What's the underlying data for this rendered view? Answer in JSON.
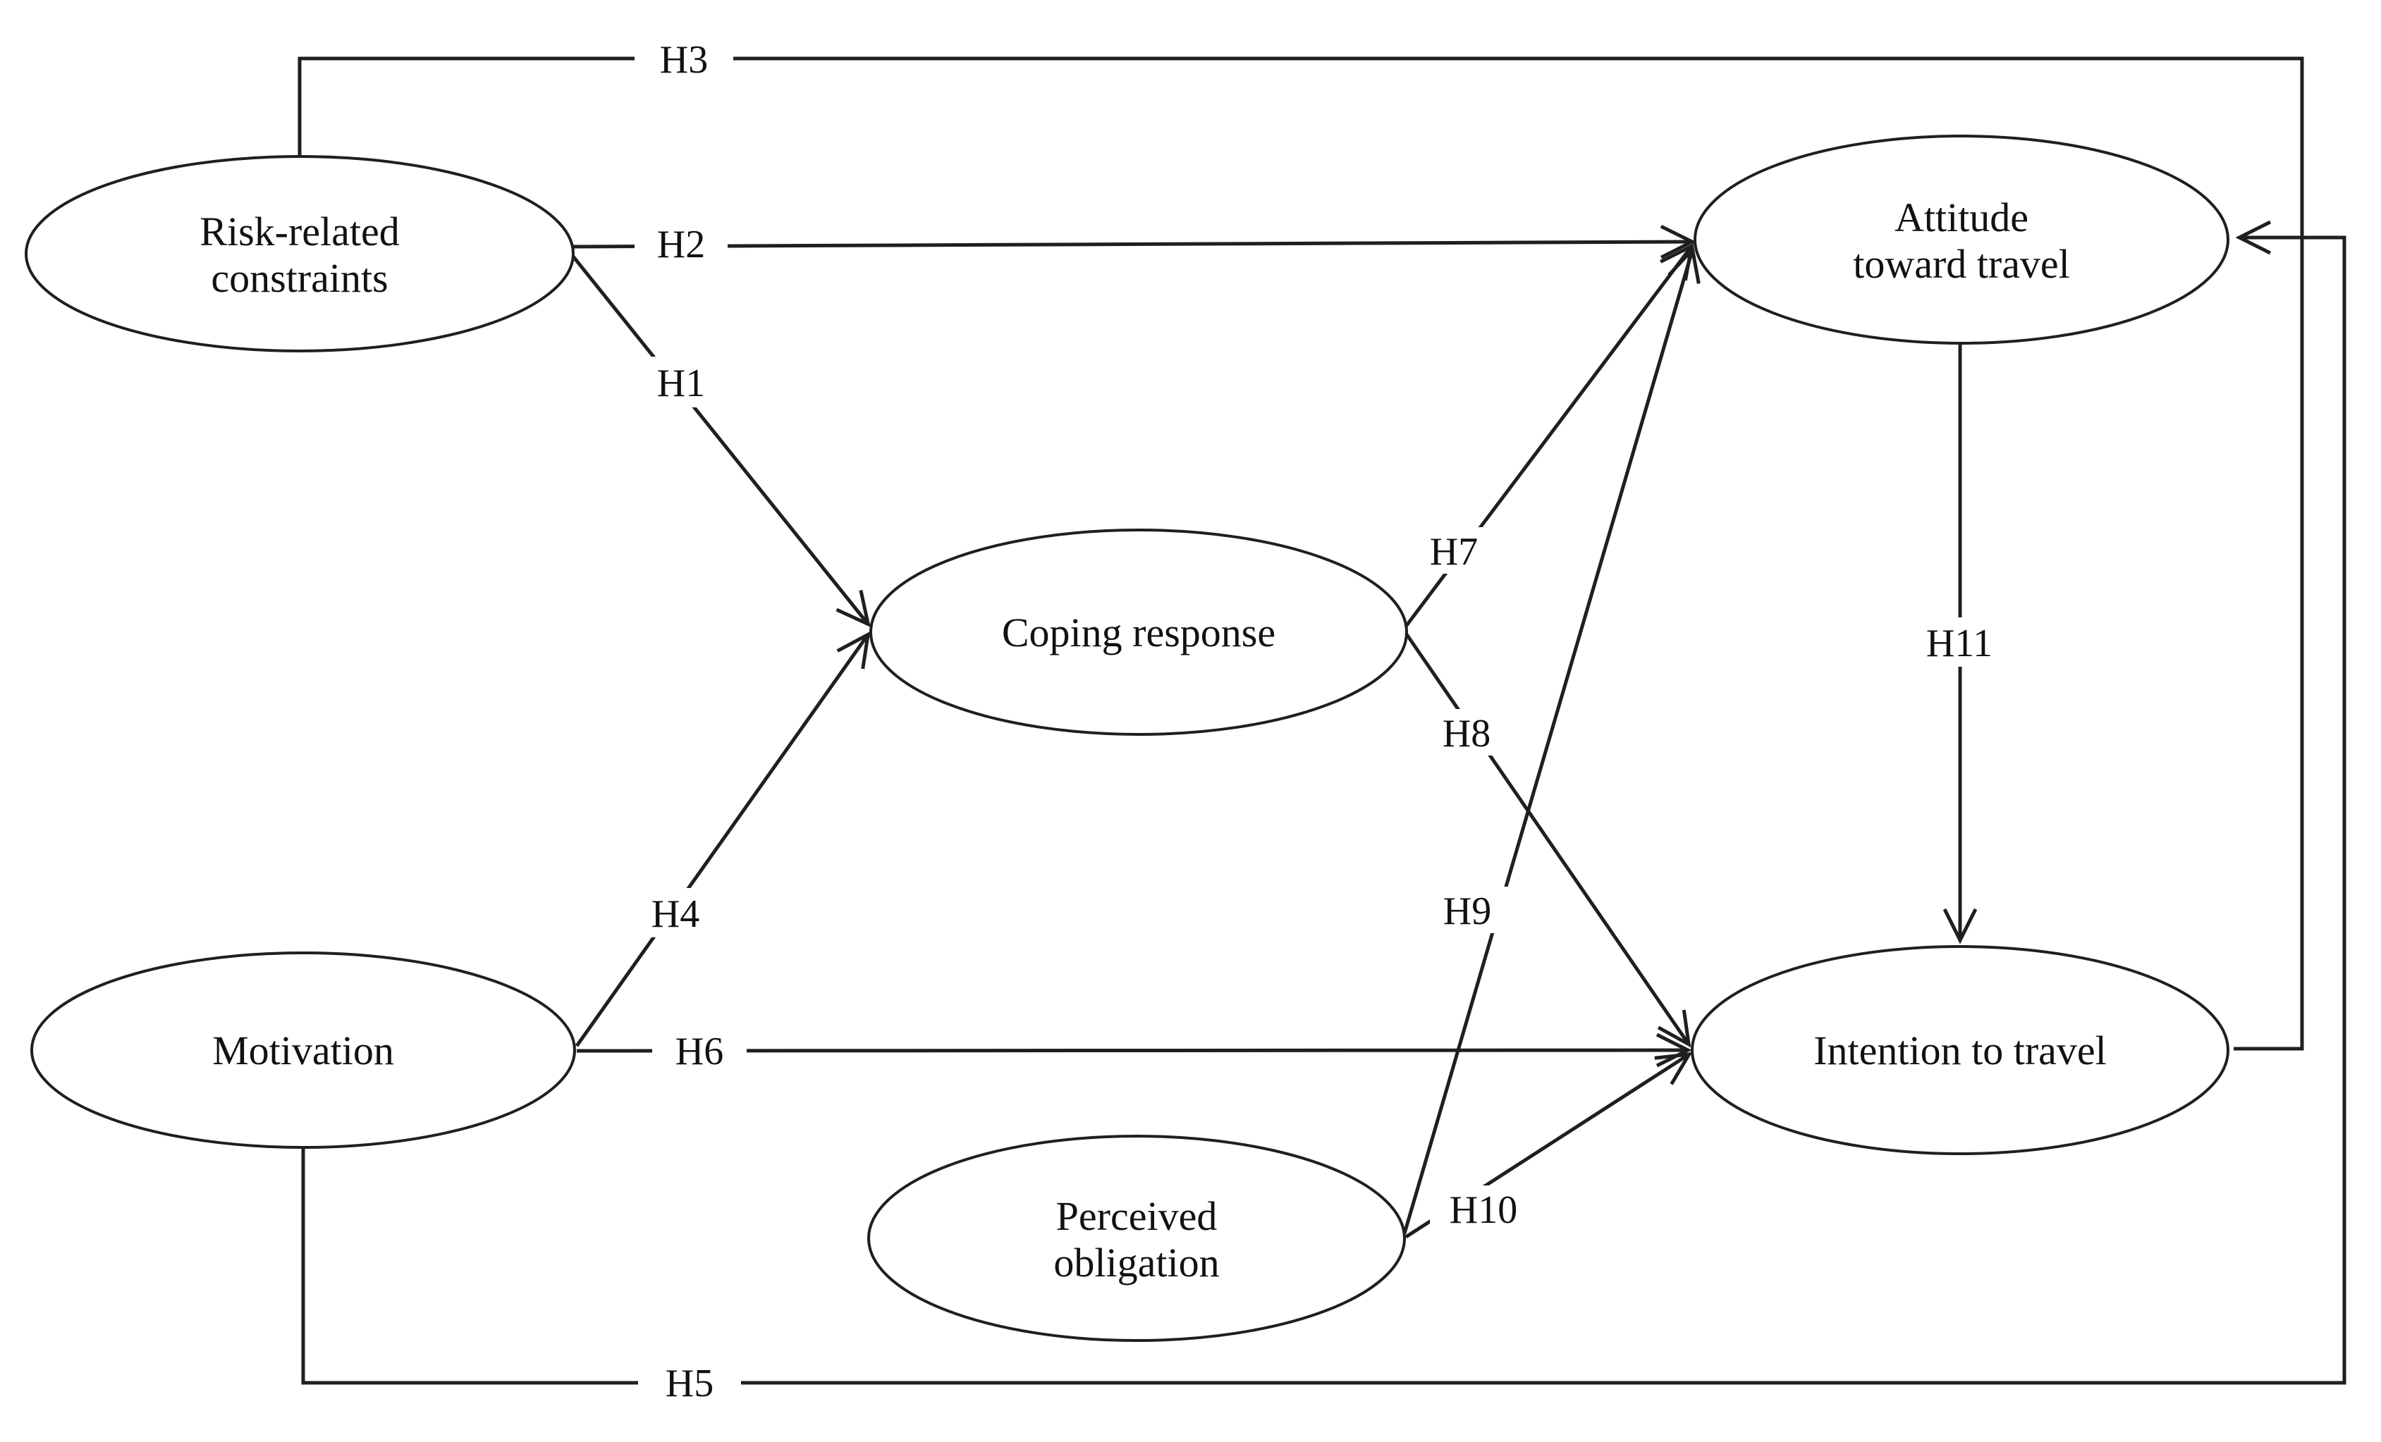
{
  "figure": {
    "type": "hypothesis-path-diagram",
    "background_color": "#ffffff",
    "line_color": "#1f1f1f",
    "text_color": "#111111"
  },
  "nodes": {
    "risk": {
      "label": "Risk-related constraints",
      "line1": "Risk-related",
      "line2": "constraints"
    },
    "coping": {
      "label": "Coping response",
      "line1": "Coping response"
    },
    "motivation": {
      "label": "Motivation",
      "line1": "Motivation"
    },
    "obligation": {
      "label": "Perceived obligation",
      "line1": "Perceived",
      "line2": "obligation"
    },
    "attitude": {
      "label": "Attitude toward travel",
      "line1": "Attitude",
      "line2": "toward travel"
    },
    "intention": {
      "label": "Intention to travel",
      "line1": "Intention to travel"
    }
  },
  "hypotheses": {
    "h1": {
      "label": "H1",
      "from": "Risk-related constraints",
      "to": "Coping response"
    },
    "h2": {
      "label": "H2",
      "from": "Risk-related constraints",
      "to": "Attitude toward travel"
    },
    "h3": {
      "label": "H3",
      "from": "Risk-related constraints",
      "to": "Intention to travel"
    },
    "h4": {
      "label": "H4",
      "from": "Motivation",
      "to": "Coping response"
    },
    "h5": {
      "label": "H5",
      "from": "Motivation",
      "to": "Attitude toward travel"
    },
    "h6": {
      "label": "H6",
      "from": "Motivation",
      "to": "Intention to travel"
    },
    "h7": {
      "label": "H7",
      "from": "Coping response",
      "to": "Attitude toward travel"
    },
    "h8": {
      "label": "H8",
      "from": "Coping response",
      "to": "Intention to travel"
    },
    "h9": {
      "label": "H9",
      "from": "Perceived obligation",
      "to": "Attitude toward travel"
    },
    "h10": {
      "label": "H10",
      "from": "Perceived obligation",
      "to": "Intention to travel"
    },
    "h11": {
      "label": "H11",
      "from": "Attitude toward travel",
      "to": "Intention to travel"
    }
  }
}
